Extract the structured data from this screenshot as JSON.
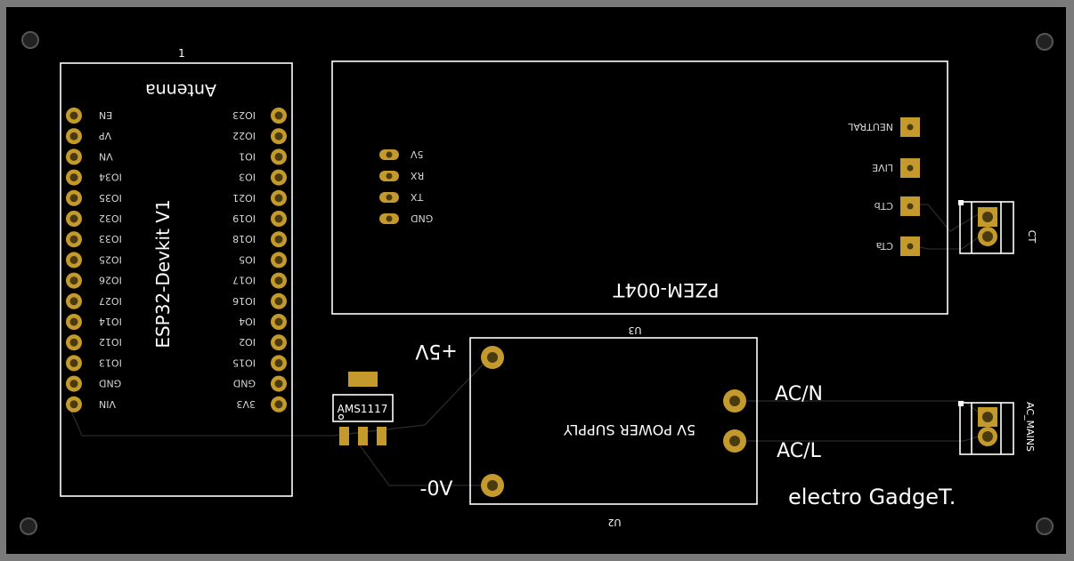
{
  "colors": {
    "board": "#000000",
    "silkscreen": "#ffffff",
    "pad": "#c49a2c",
    "frame": "#7a7a7a"
  },
  "esp32": {
    "pin1_marker": "1",
    "antenna": "Antenna",
    "name": "ESP32-Devkit V1",
    "left_pins": [
      "EN",
      "VP",
      "VN",
      "IO34",
      "IO35",
      "IO32",
      "IO33",
      "IO25",
      "IO26",
      "IO27",
      "IO14",
      "IO12",
      "IO13",
      "GND",
      "VIN"
    ],
    "right_pins": [
      "IO23",
      "IO22",
      "IO1",
      "IO3",
      "IO21",
      "IO19",
      "IO18",
      "IO5",
      "IO17",
      "IO16",
      "IO4",
      "IO2",
      "IO15",
      "GND",
      "3V3"
    ]
  },
  "pzem": {
    "name": "PZEM-004T",
    "ref": "U3",
    "header_pins": [
      "5V",
      "RX",
      "TX",
      "GND"
    ],
    "terminal_pins": [
      "NEUTRAL",
      "LIVE",
      "CTb",
      "CTa"
    ]
  },
  "ct_connector": {
    "label": "CT"
  },
  "power_supply": {
    "name": "5V POWER SUPPLY",
    "ref": "U2",
    "plus": "+5V",
    "minus": "-0V",
    "acn": "AC/N",
    "acl": "AC/L"
  },
  "ac_connector": {
    "label": "AC_MAINS"
  },
  "regulator": {
    "label": "AMS1117"
  },
  "brand": {
    "text": "electro GadgeT."
  }
}
